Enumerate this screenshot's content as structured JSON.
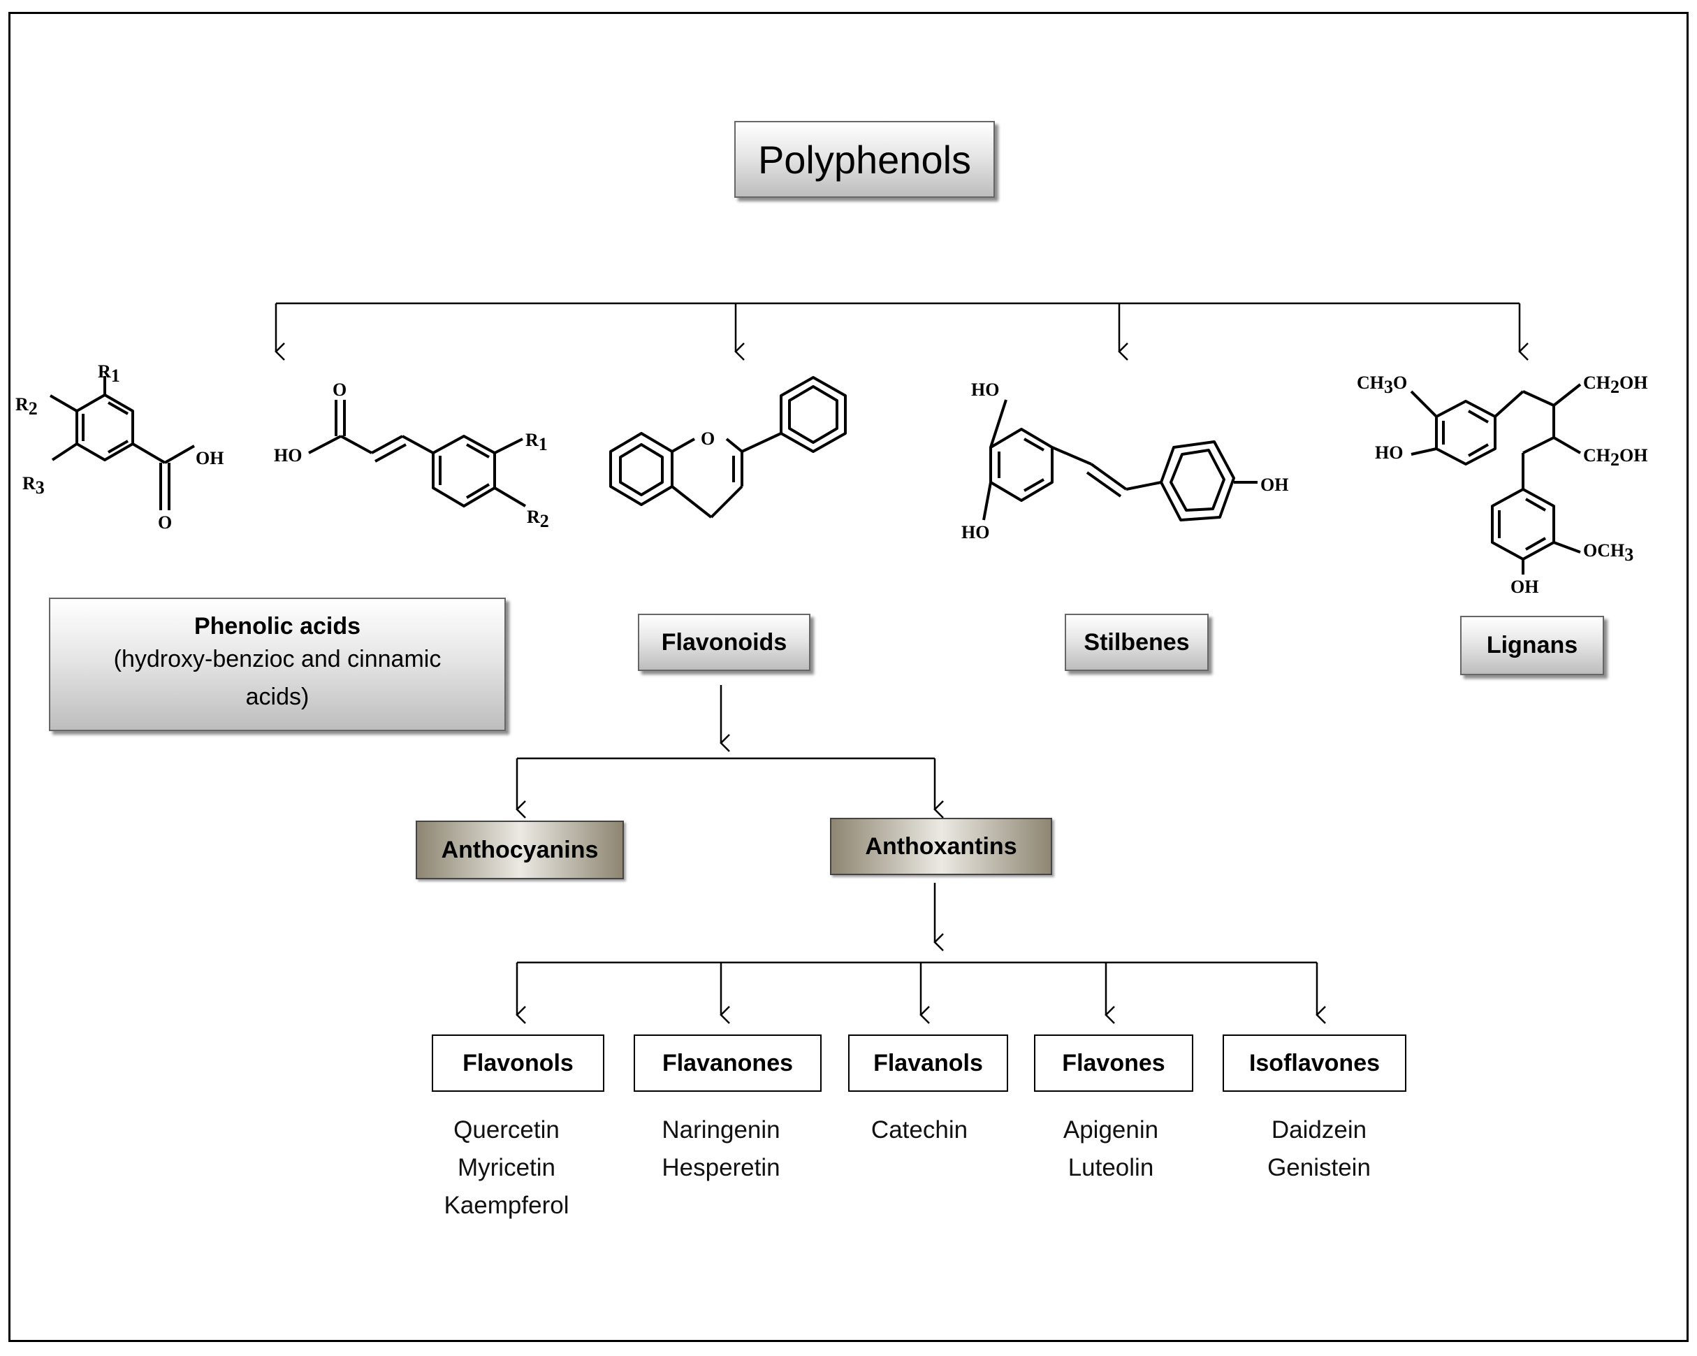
{
  "root": {
    "label": "Polyphenols"
  },
  "classes": {
    "phenolic_acids": {
      "label": "Phenolic acids",
      "description": "(hydroxy-benzioc and cinnamic acids)"
    },
    "flavonoids": {
      "label": "Flavonoids"
    },
    "stilbenes": {
      "label": "Stilbenes"
    },
    "lignans": {
      "label": "Lignans"
    }
  },
  "flavonoid_groups": {
    "anthocyanins": {
      "label": "Anthocyanins"
    },
    "anthoxantins": {
      "label": "Anthoxantins"
    }
  },
  "subclasses": [
    {
      "label": "Flavonols",
      "examples": [
        "Quercetin",
        "Myricetin",
        "Kaempferol"
      ]
    },
    {
      "label": "Flavanones",
      "examples": [
        "Naringenin",
        "Hesperetin"
      ]
    },
    {
      "label": "Flavanols",
      "examples": [
        "Catechin"
      ]
    },
    {
      "label": "Flavones",
      "examples": [
        "Apigenin",
        "Luteolin"
      ]
    },
    {
      "label": "Isoflavones",
      "examples": [
        "Daidzein",
        "Genistein"
      ]
    }
  ],
  "structure_labels": {
    "benzoic": {
      "r1": "R",
      "r1_sub": "1",
      "r2": "R",
      "r2_sub": "2",
      "r3": "R",
      "r3_sub": "3",
      "o": "O",
      "oh": "OH"
    },
    "cinnamic": {
      "ho": "HO",
      "o": "O",
      "r1": "R",
      "r1_sub": "1",
      "r2": "R",
      "r2_sub": "2"
    },
    "flavonoid": {
      "o": "O"
    },
    "stilbene": {
      "ho_top": "HO",
      "ho_bottom": "HO",
      "oh": "OH"
    },
    "lignan": {
      "ch3o": "CH",
      "ch3o_sub": "3",
      "ch3o_tail": "O",
      "ho": "HO",
      "ch2oh_1": "CH",
      "ch2oh_1_sub": "2",
      "ch2oh_1_tail": "OH",
      "ch2oh_2": "CH",
      "ch2oh_2_sub": "2",
      "ch2oh_2_tail": "OH",
      "och3": "OCH",
      "och3_sub": "3",
      "oh": "OH"
    }
  }
}
